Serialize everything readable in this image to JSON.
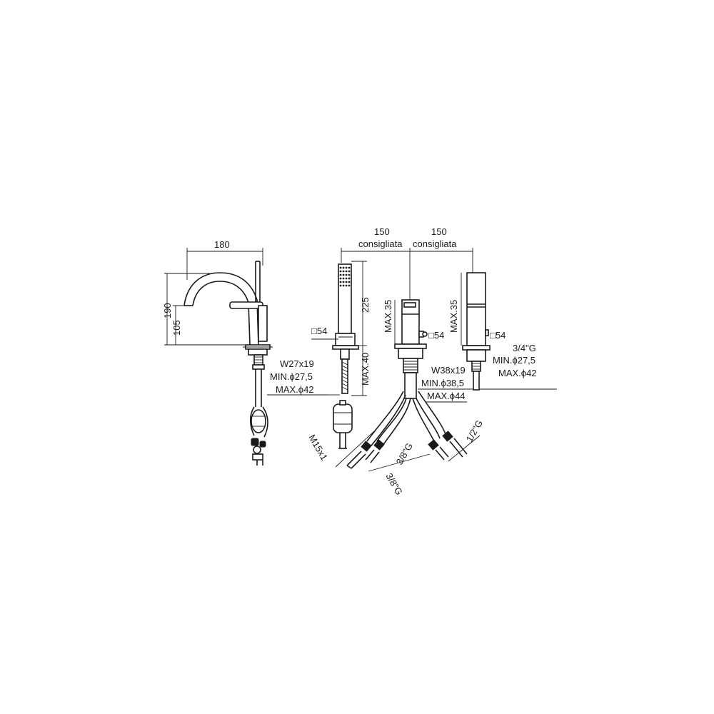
{
  "drawing": {
    "spout_view": {
      "width": "180",
      "height_total": "190",
      "height_outlet": "105",
      "connection": [
        "W27x19",
        "MIN.ϕ27,5",
        "MAX.ϕ42"
      ]
    },
    "hand_shower": {
      "height": "225",
      "max_deck": "MAX.40",
      "base": "□54",
      "thread": "M15x1"
    },
    "spacing": {
      "left_value": "150",
      "left_note": "consigliata",
      "right_value": "150",
      "right_note": "consigliata"
    },
    "mixer": {
      "max_deck": "MAX.35",
      "base": "□54",
      "connection": [
        "W38x19",
        "MIN.ϕ38,5",
        "MAX.ϕ44"
      ],
      "hose_left": "3/8\"G",
      "hose_mid": "3/8\"G",
      "hose_right": "1/2\"G"
    },
    "spout": {
      "max_deck": "MAX.35",
      "base": "□54",
      "connection": [
        "3/4\"G",
        "MIN.ϕ27,5",
        "MAX.ϕ42"
      ]
    }
  }
}
